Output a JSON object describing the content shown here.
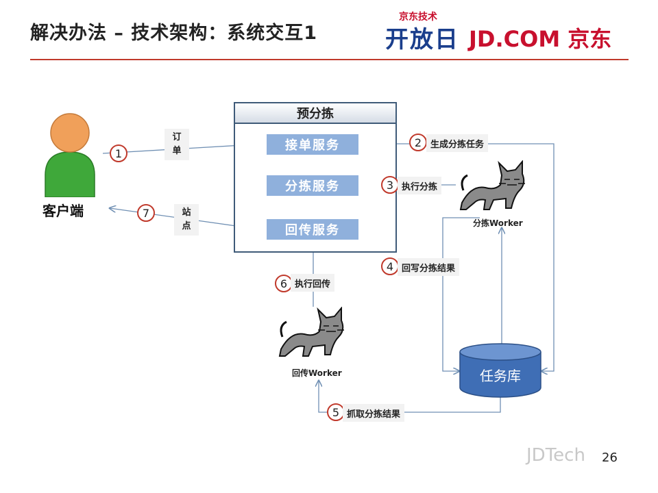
{
  "header": {
    "title": "解决办法 – 技术架构：系统交互1",
    "brand_top": "京东技术",
    "brand_big": "开放日",
    "brand_right": "JD.COM 京东"
  },
  "diagram": {
    "panel_title": "预分拣",
    "services": [
      "接单服务",
      "分拣服务",
      "回传服务"
    ],
    "client_label": "客户端",
    "sorting_worker_label": "分拣Worker",
    "return_worker_label": "回传Worker",
    "task_db_label": "任务库",
    "steps": [
      {
        "num": "1",
        "label": "订\n单"
      },
      {
        "num": "2",
        "label": "生成分拣任务"
      },
      {
        "num": "3",
        "label": "执行分拣"
      },
      {
        "num": "4",
        "label": "回写分拣结果"
      },
      {
        "num": "5",
        "label": "抓取分拣结果"
      },
      {
        "num": "6",
        "label": "执行回传"
      },
      {
        "num": "7",
        "label": "站\n点"
      }
    ]
  },
  "footer": {
    "page_number": "26",
    "watermark": "JDTech"
  },
  "colors": {
    "accent_red": "#c0392b",
    "service_box": "#8fb0dc",
    "db_fill": "#3f6eb5",
    "person_body": "#3fa83a",
    "person_head": "#f0a05a"
  }
}
